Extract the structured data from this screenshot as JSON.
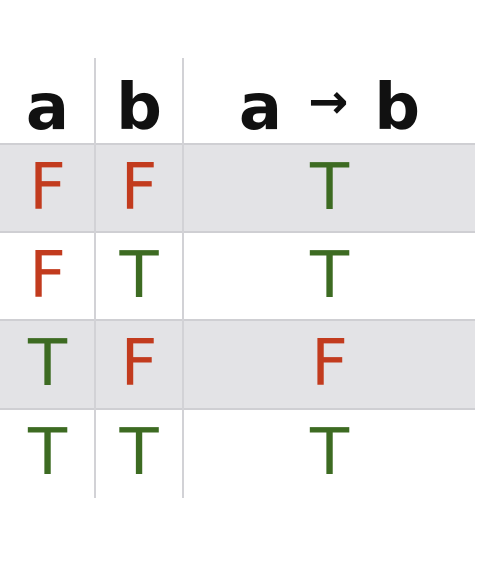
{
  "headers": {
    "a": "a",
    "b": "b",
    "result_left": "a",
    "result_arrow": "→",
    "result_right": "b"
  },
  "colors": {
    "true": "#3d6b22",
    "false": "#c23b1e",
    "header": "#111111",
    "shaded_row": "#e3e3e6"
  },
  "rows": [
    {
      "a": "F",
      "b": "F",
      "result": "T"
    },
    {
      "a": "F",
      "b": "T",
      "result": "T"
    },
    {
      "a": "T",
      "b": "F",
      "result": "F"
    },
    {
      "a": "T",
      "b": "T",
      "result": "T"
    }
  ]
}
